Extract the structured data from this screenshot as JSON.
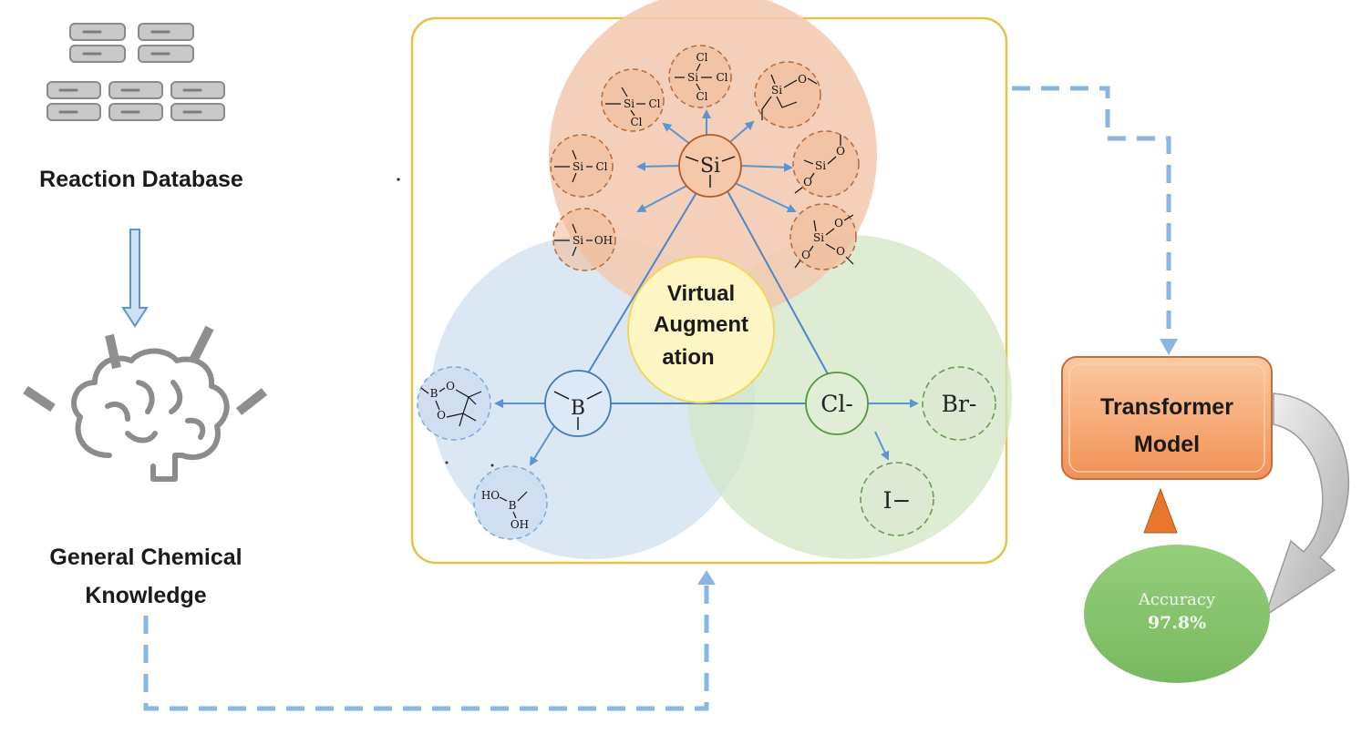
{
  "labels": {
    "reaction_database": "Reaction Database",
    "general_knowledge_line1": "General Chemical",
    "general_knowledge_line2": "Knowledge",
    "virtual_line1": "Virtual",
    "virtual_line2": "Augment",
    "virtual_line3": "ation",
    "transformer_line1": "Transformer",
    "transformer_line2": "Model",
    "accuracy_label": "Accuracy",
    "accuracy_value": "97.8%"
  },
  "nodes": {
    "si": "Si",
    "b": "B",
    "cl": "Cl-",
    "br": "Br-",
    "i": "I−"
  },
  "molecules": {
    "si_cl_top": {
      "cl1": "Cl",
      "si": "Si",
      "cl2": "Cl",
      "cl3": "Cl"
    },
    "si_cl2": {
      "si": "Si",
      "cl1": "Cl",
      "cl2": "Cl"
    },
    "si_cl": {
      "si": "Si",
      "cl": "Cl"
    },
    "si_oh": {
      "si": "Si",
      "oh": "OH"
    },
    "si_vinyl_o": {
      "si": "Si",
      "o": "O"
    },
    "si_o2": {
      "si": "Si",
      "o1": "O",
      "o2": "O"
    },
    "si_o3": {
      "si": "Si",
      "o1": "O",
      "o2": "O",
      "o3": "O"
    },
    "pinacol_boronate": {
      "b": "B",
      "o1": "O",
      "o2": "O"
    },
    "boronic_acid": {
      "ho": "HO",
      "b": "B",
      "oh": "OH"
    }
  },
  "colors": {
    "orange_region": "#f2c9b0",
    "blue_region": "#cfe0f0",
    "green_region": "#d3e6c6",
    "center_circle": "#fdf5c4",
    "panel_border": "#e3c24a",
    "arrow_blue": "#6fa3d8",
    "transformer_box": "#f5a36e",
    "accuracy_ellipse": "#86c46e"
  }
}
